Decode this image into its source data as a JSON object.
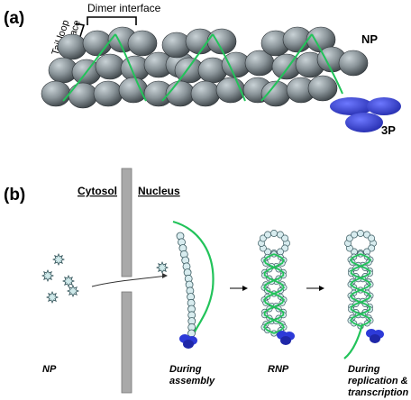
{
  "panel_a": {
    "label": "(a)",
    "dimer_interface_label": "Dimer interface",
    "tail_loop_label_line1": "Tail loop",
    "tail_loop_label_line2": "interface",
    "np_label": "NP",
    "polymerase_label": "3P"
  },
  "panel_b": {
    "label": "(b)",
    "cytosol_label": "Cytosol",
    "nucleus_label": "Nucleus",
    "captions": {
      "np": "NP",
      "assembly_line1": "During",
      "assembly_line2": "assembly",
      "rnp": "RNP",
      "replication_line1": "During",
      "replication_line2": "replication &",
      "replication_line3": "transcription"
    }
  },
  "colors": {
    "np_subunit": "#8a9499",
    "rna_strand": "#22c35a",
    "polymerase": "#2d3ad8",
    "membrane": "#a9a9a9",
    "np_monomer": "#cfe9ea"
  }
}
